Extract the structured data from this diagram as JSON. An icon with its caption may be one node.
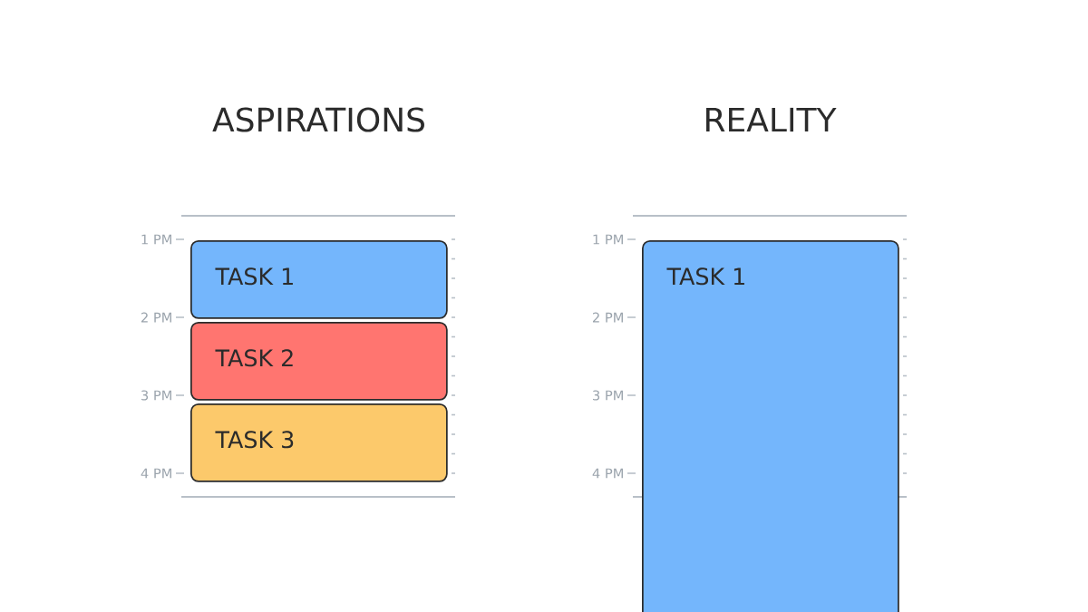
{
  "diagram": {
    "nodes": [
      {
        "text": [
          "TASK 1"
        ]
      },
      {
        "text": [
          "TASK 2"
        ]
      },
      {
        "text": [
          "TASK 3"
        ]
      },
      {
        "text": [
          "TASK 1"
        ]
      }
    ],
    "edges": [],
    "labels": [
      "ASPIRATIONS",
      "REALITY",
      "1 PM",
      "2 PM",
      "3 PM",
      "4 PM",
      "1 PM",
      "2 PM",
      "3 PM",
      "4 PM"
    ]
  }
}
